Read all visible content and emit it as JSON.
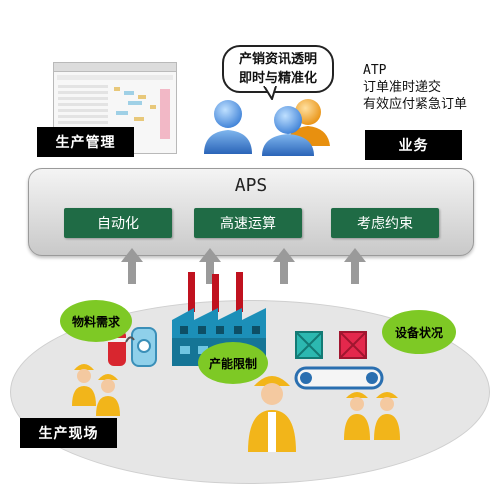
{
  "labels": {
    "production_management": "生产管理",
    "business": "业务",
    "production_site": "生产现场"
  },
  "aps": {
    "title": "APS",
    "functions": [
      "自动化",
      "高速运算",
      "考虑约束"
    ]
  },
  "speech_bubble": {
    "line1": "产销资讯透明",
    "line2": "即时与精准化"
  },
  "atp_text": {
    "line1": "ATP",
    "line2": "订单准时递交",
    "line3": "有效应付紧急订单"
  },
  "badges": {
    "material_demand": "物料需求",
    "capacity_limit": "产能限制",
    "equipment_status": "设备状况"
  },
  "colors": {
    "button_green": "#1f6b45",
    "badge_green": "#7ec925",
    "label_black": "#000000"
  }
}
